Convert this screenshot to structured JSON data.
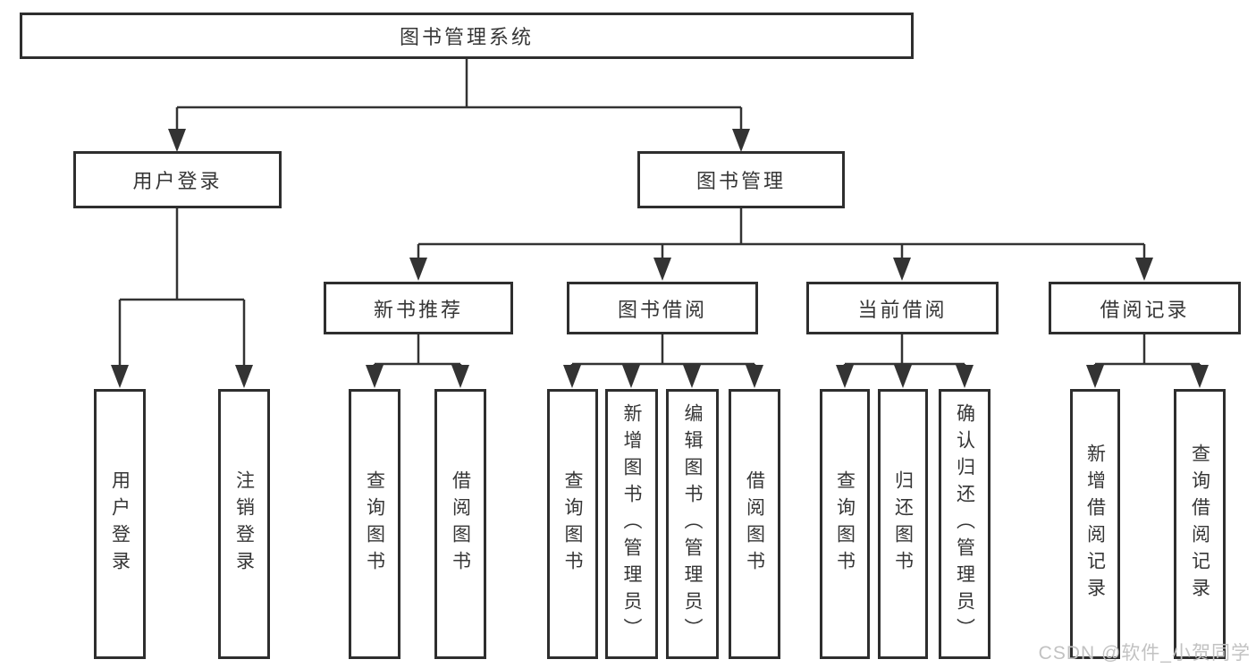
{
  "tree": {
    "label": "图书管理系统",
    "children": [
      {
        "label": "用户登录",
        "children": [
          {
            "label": "用户登录"
          },
          {
            "label": "注销登录"
          }
        ]
      },
      {
        "label": "图书管理",
        "children": [
          {
            "label": "新书推荐",
            "children": [
              {
                "label": "查询图书"
              },
              {
                "label": "借阅图书"
              }
            ]
          },
          {
            "label": "图书借阅",
            "children": [
              {
                "label": "查询图书"
              },
              {
                "label": "新增图书（管理员）"
              },
              {
                "label": "编辑图书（管理员）"
              },
              {
                "label": "借阅图书"
              }
            ]
          },
          {
            "label": "当前借阅",
            "children": [
              {
                "label": "查询图书"
              },
              {
                "label": "归还图书"
              },
              {
                "label": "确认归还（管理员）"
              }
            ]
          },
          {
            "label": "借阅记录",
            "children": [
              {
                "label": "新增借阅记录"
              },
              {
                "label": "查询借阅记录"
              }
            ]
          }
        ]
      }
    ]
  },
  "watermark": {
    "text": "CSDN @软件_小贺同学"
  },
  "colors": {
    "line": "#333333",
    "box_border": "#2e2e2e",
    "text": "#363636",
    "watermark": "#c2c2c2",
    "background": "#ffffff"
  }
}
